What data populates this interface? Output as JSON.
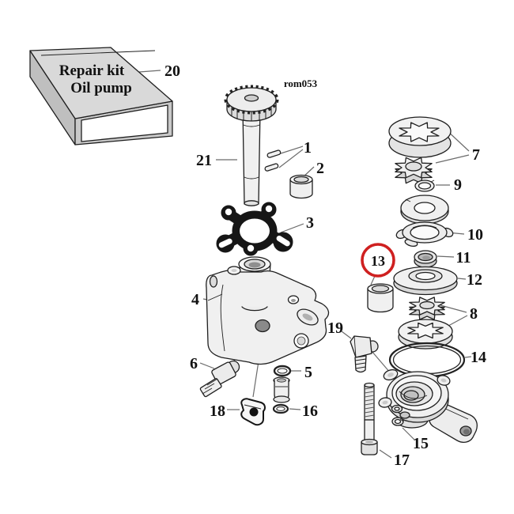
{
  "figure": {
    "code": "rom053",
    "kit_box_line1": "Repair kit",
    "kit_box_line2": "Oil pump"
  },
  "highlight": {
    "part": "13",
    "color": "#cf2020"
  },
  "callouts": {
    "n1": "1",
    "n2": "2",
    "n3": "3",
    "n4": "4",
    "n5": "5",
    "n6": "6",
    "n7": "7",
    "n8": "8",
    "n9": "9",
    "n10": "10",
    "n11": "11",
    "n12": "12",
    "n13": "13",
    "n14": "14",
    "n15": "15",
    "n16": "16",
    "n17": "17",
    "n18": "18",
    "n19": "19",
    "n20": "20",
    "n21": "21"
  }
}
